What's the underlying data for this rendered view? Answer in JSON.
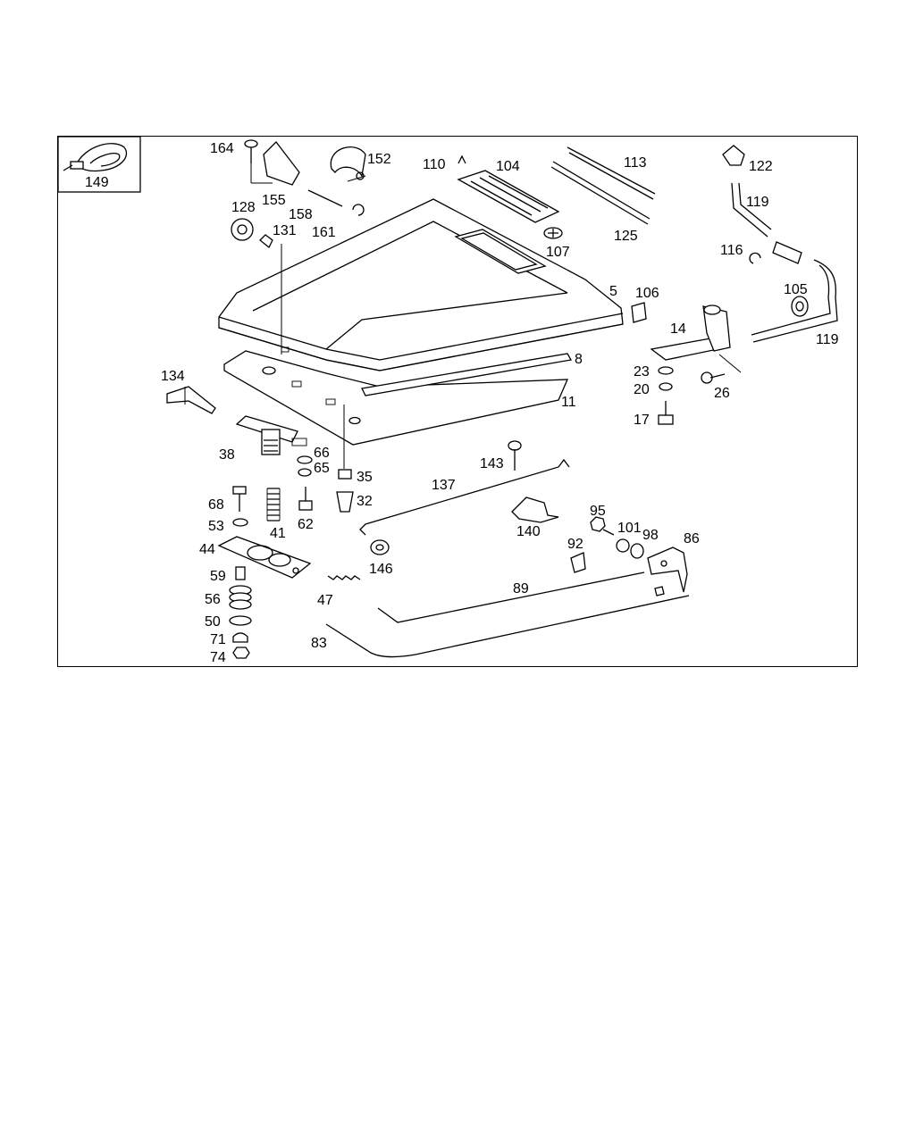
{
  "diagram": {
    "callouts": [
      {
        "id": "p149",
        "text": "149"
      },
      {
        "id": "p164",
        "text": "164"
      },
      {
        "id": "p155",
        "text": "155"
      },
      {
        "id": "p152",
        "text": "152"
      },
      {
        "id": "p158",
        "text": "158"
      },
      {
        "id": "p161",
        "text": "161"
      },
      {
        "id": "p128",
        "text": "128"
      },
      {
        "id": "p131",
        "text": "131"
      },
      {
        "id": "p110",
        "text": "110"
      },
      {
        "id": "p104",
        "text": "104"
      },
      {
        "id": "p113",
        "text": "113"
      },
      {
        "id": "p125",
        "text": "125"
      },
      {
        "id": "p107",
        "text": "107"
      },
      {
        "id": "p122",
        "text": "122"
      },
      {
        "id": "p119a",
        "text": "119"
      },
      {
        "id": "p116",
        "text": "116"
      },
      {
        "id": "p105",
        "text": "105"
      },
      {
        "id": "p119b",
        "text": "119"
      },
      {
        "id": "p5",
        "text": "5"
      },
      {
        "id": "p106",
        "text": "106"
      },
      {
        "id": "p14",
        "text": "14"
      },
      {
        "id": "p8",
        "text": "8"
      },
      {
        "id": "p11",
        "text": "11"
      },
      {
        "id": "p23",
        "text": "23"
      },
      {
        "id": "p20",
        "text": "20"
      },
      {
        "id": "p26",
        "text": "26"
      },
      {
        "id": "p17",
        "text": "17"
      },
      {
        "id": "p134",
        "text": "134"
      },
      {
        "id": "p38",
        "text": "38"
      },
      {
        "id": "p66",
        "text": "66"
      },
      {
        "id": "p65",
        "text": "65"
      },
      {
        "id": "p35",
        "text": "35"
      },
      {
        "id": "p32",
        "text": "32"
      },
      {
        "id": "p143",
        "text": "143"
      },
      {
        "id": "p137",
        "text": "137"
      },
      {
        "id": "p68",
        "text": "68"
      },
      {
        "id": "p53",
        "text": "53"
      },
      {
        "id": "p41",
        "text": "41"
      },
      {
        "id": "p62",
        "text": "62"
      },
      {
        "id": "p140",
        "text": "140"
      },
      {
        "id": "p95",
        "text": "95"
      },
      {
        "id": "p101",
        "text": "101"
      },
      {
        "id": "p98",
        "text": "98"
      },
      {
        "id": "p86",
        "text": "86"
      },
      {
        "id": "p92",
        "text": "92"
      },
      {
        "id": "p44",
        "text": "44"
      },
      {
        "id": "p146",
        "text": "146"
      },
      {
        "id": "p59",
        "text": "59"
      },
      {
        "id": "p89",
        "text": "89"
      },
      {
        "id": "p56",
        "text": "56"
      },
      {
        "id": "p47",
        "text": "47"
      },
      {
        "id": "p50",
        "text": "50"
      },
      {
        "id": "p71",
        "text": "71"
      },
      {
        "id": "p83",
        "text": "83"
      },
      {
        "id": "p74",
        "text": "74"
      }
    ]
  }
}
